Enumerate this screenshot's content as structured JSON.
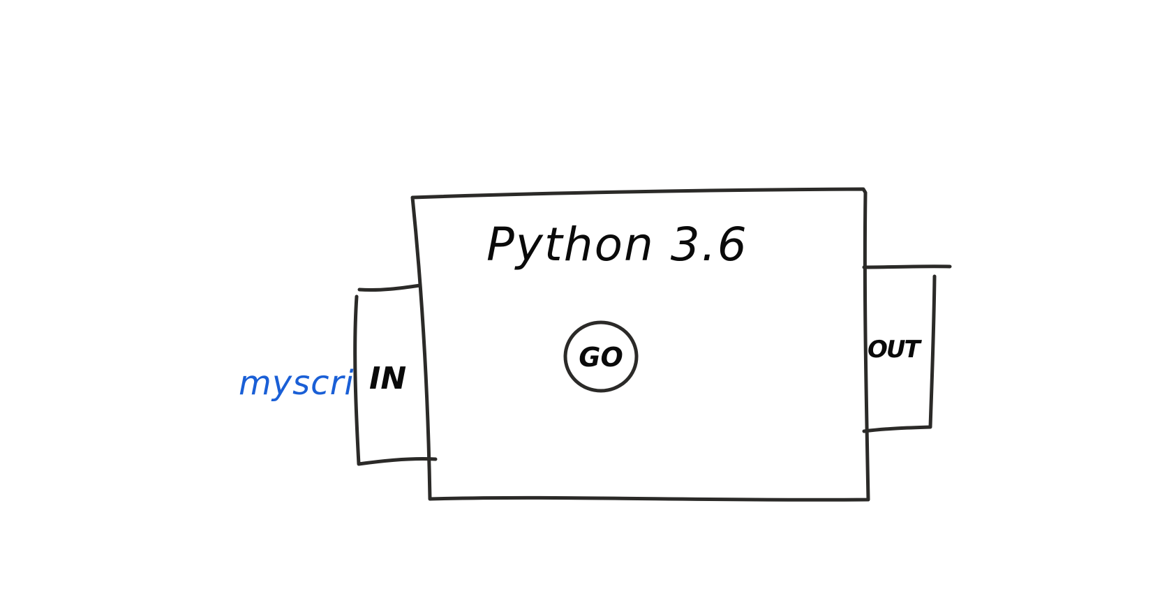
{
  "diagram": {
    "title": "Python 3.6",
    "input_slot_label": "IN",
    "output_slot_label": "OUT",
    "go_button_label": "GO",
    "input_item_label": "myscri",
    "colors": {
      "ink": "#2b2a28",
      "text": "#0a0a0a",
      "input_ink": "#1a5fd6",
      "background": "#ffffff"
    }
  }
}
